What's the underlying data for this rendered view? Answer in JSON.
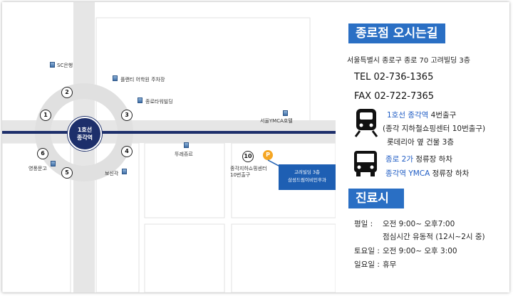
{
  "map": {
    "station_line": "1호선",
    "station_name": "종각역",
    "buildings": {
      "sc_bank": "SC은행",
      "plaenty": "플랜티 어학원 주차장",
      "jongro_tower": "종로타워빌딩",
      "seoul_ymca": "서울YMCA호텔",
      "tour_jongro": "뚜레쥬르",
      "youngpoong": "영풍문고",
      "bosingak": "보신각",
      "jonggak_mall": "종각지하쇼핑센터",
      "exit10_label": "10번출구"
    },
    "exits": [
      "1",
      "2",
      "3",
      "4",
      "5",
      "6",
      "10"
    ],
    "hospital_pin": "P",
    "callout_line1": "고려빌딩 3층",
    "callout_line2": "삼성드림이비인후과"
  },
  "info": {
    "title": "종로점 오시는길",
    "address": "서울특별시 종로구 종로 70 고려빌딩 3층",
    "tel": "TEL  02-736-1365",
    "fax": "FAX 02-722-7365",
    "subway": {
      "line": "1호선 종각역",
      "exit": " 4번출구",
      "line2": "(종각 지하철쇼핑센터 10번출구)",
      "line3": "롯데리아 옆 건물 3층"
    },
    "bus": {
      "stop1_name": "종로 2가",
      "stop1_suffix": " 정류장 하차",
      "stop2_name": "종각역 YMCA",
      "stop2_suffix": " 정류장 하차"
    },
    "hours_title": "진료시간",
    "hours": {
      "weekday_label": "평일 :",
      "weekday": "오전 9:00~ 오후7:00",
      "lunch": "점심시간 유동적 (12시~2시 중)",
      "saturday_label": "토요일 :",
      "saturday": "오전 9:00~ 오후 3:00",
      "sunday_label": "일요일 :",
      "sunday": "휴무"
    }
  },
  "colors": {
    "accent": "#2a6fc4",
    "line1": "#1d2f6b",
    "pin": "#f5a623"
  }
}
